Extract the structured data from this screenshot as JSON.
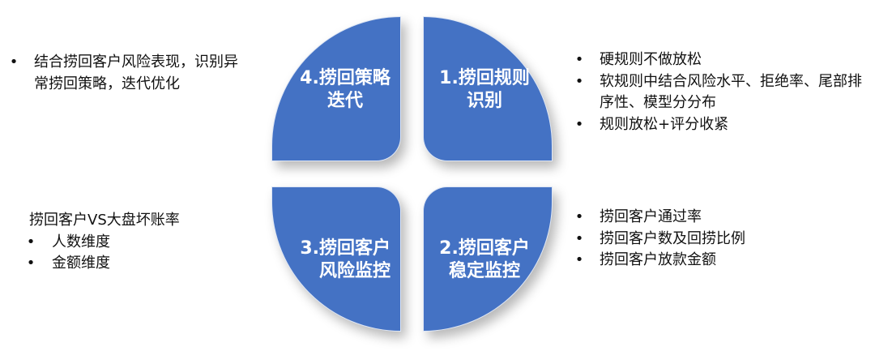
{
  "colors": {
    "quadrant_fill": "#4472C4",
    "quadrant_text": "#FFFFFF",
    "note_text": "#111111"
  },
  "quadrants": {
    "top_left": {
      "line1": "4.捞回策略",
      "line2": "迭代"
    },
    "top_right": {
      "line1": "1.捞回规则",
      "line2": "识别"
    },
    "bottom_left": {
      "line1": "3.捞回客户",
      "line2": "风险监控"
    },
    "bottom_right": {
      "line1": "2.捞回客户",
      "line2": "稳定监控"
    }
  },
  "notes": {
    "top_left": {
      "bullet": "•",
      "items": [
        "结合捞回客户风险表现，识别异常捞回策略，迭代优化"
      ]
    },
    "top_right": {
      "bullet": "•",
      "items": [
        "硬规则不做放松",
        "软规则中结合风险水平、拒绝率、尾部排序性、模型分分布",
        "规则放松+评分收紧"
      ]
    },
    "bottom_left": {
      "heading": "捞回客户VS大盘坏账率",
      "bullet": "•",
      "items": [
        "人数维度",
        "金额维度"
      ]
    },
    "bottom_right": {
      "bullet": "•",
      "items": [
        "捞回客户通过率",
        "捞回客户数及回捞比例",
        "捞回客户放款金额"
      ]
    }
  }
}
